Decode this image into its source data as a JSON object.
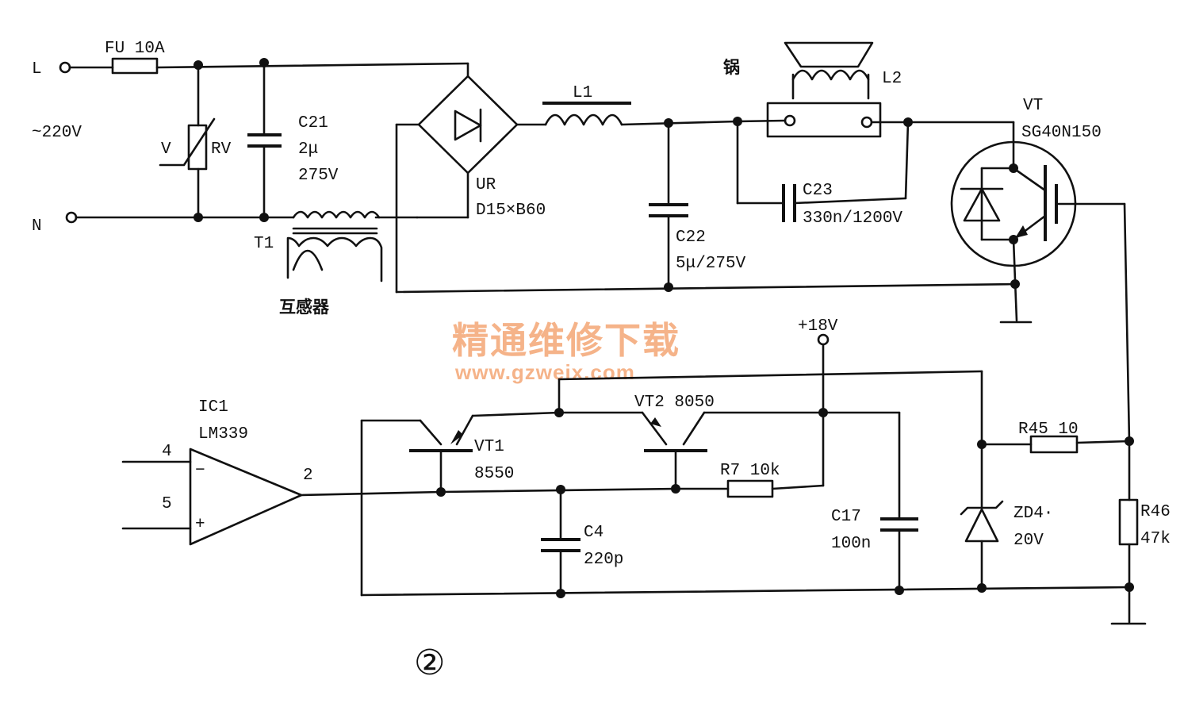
{
  "labels": {
    "terminal_l": "L",
    "terminal_n": "N",
    "ac_input": "~220V",
    "fuse": "FU 10A",
    "varistor_v": "V",
    "varistor_rv": "RV",
    "c21_name": "C21",
    "c21_value": "2μ",
    "c21_voltage": "275V",
    "t1_name": "T1",
    "t1_caption": "互感器",
    "ur_name": "UR",
    "ur_part": "D15×B60",
    "l1_name": "L1",
    "c22_name": "C22",
    "c22_value": "5μ/275V",
    "pot_label": "锅",
    "l2_name": "L2",
    "c23_name": "C23",
    "c23_value": "330n/1200V",
    "vt_name": "VT",
    "vt_part": "SG40N150",
    "supply": "+18V",
    "ic1_name": "IC1",
    "ic1_part": "LM339",
    "pin4": "4",
    "pin5": "5",
    "pin2": "2",
    "minus_sign": "−",
    "plus_sign": "+",
    "vt1_name": "VT1",
    "vt1_part": "8550",
    "vt2_name": "VT2 8050",
    "r7": "R7 10k",
    "c4_name": "C4",
    "c4_value": "220p",
    "c17_name": "C17",
    "c17_value": "100n",
    "r45": "R45 10",
    "zd4_name": "ZD4·",
    "zd4_value": "20V",
    "r46_name": "R46",
    "r46_value": "47k",
    "figure_number": "②"
  },
  "watermark": {
    "title": "精通维修下载",
    "url": "www.gzweix.com",
    "color": "#f5b389"
  }
}
